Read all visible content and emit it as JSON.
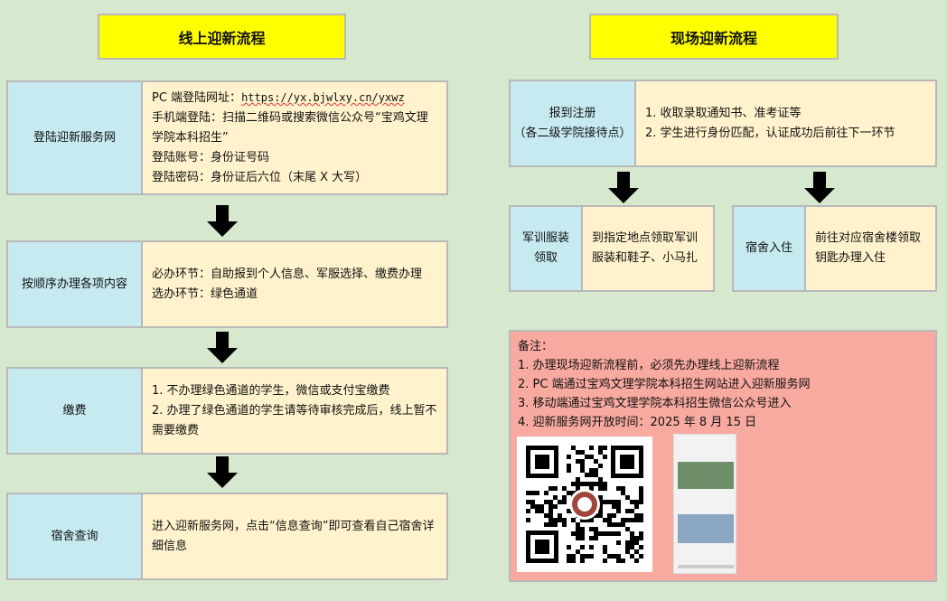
{
  "online": {
    "title": "线上迎新流程",
    "steps": [
      {
        "label": "登陆迎新服务网",
        "lines": [
          {
            "prefix": "PC 端登陆网址：",
            "url": "https://yx.bjwlxy.cn/yxwz"
          },
          "手机端登陆：扫描二维码或搜索微信公众号“宝鸡文理学院本科招生”",
          "登陆账号：身份证号码",
          "登陆密码：身份证后六位（末尾 X 大写）"
        ]
      },
      {
        "label": "按顺序办理各项内容",
        "lines": [
          "必办环节：自助报到个人信息、军服选择、缴费办理",
          "选办环节：绿色通道"
        ]
      },
      {
        "label": "缴费",
        "lines": [
          "1.  不办理绿色通道的学生，微信或支付宝缴费",
          "2.  办理了绿色通道的学生请等待审核完成后，线上暂不需要缴费"
        ]
      },
      {
        "label": "宿舍查询",
        "lines": [
          "进入迎新服务网，点击“信息查询”即可查看自己宿舍详细信息"
        ]
      }
    ]
  },
  "onsite": {
    "title": "现场迎新流程",
    "register": {
      "label1": "报到注册",
      "label2": "（各二级学院接待点）",
      "lines": [
        "1.  收取录取通知书、准考证等",
        "2.  学生进行身份匹配，认证成功后前往下一环节"
      ]
    },
    "uniform": {
      "label": "军训服装领取",
      "text": "到指定地点领取军训服装和鞋子、小马扎"
    },
    "dorm": {
      "label": "宿舍入住",
      "text": "前往对应宿舍楼领取钥匙办理入住"
    }
  },
  "notes": {
    "title": "备注：",
    "items": [
      "1.  办理现场迎新流程前，必须先办理线上迎新流程",
      "2.  PC 端通过宝鸡文理学院本科招生网站进入迎新服务网",
      "3.  移动端通过宝鸡文理学院本科招生微信公众号进入",
      "4.  迎新服务网开放时间：2025 年 8 月 15 日"
    ]
  }
}
